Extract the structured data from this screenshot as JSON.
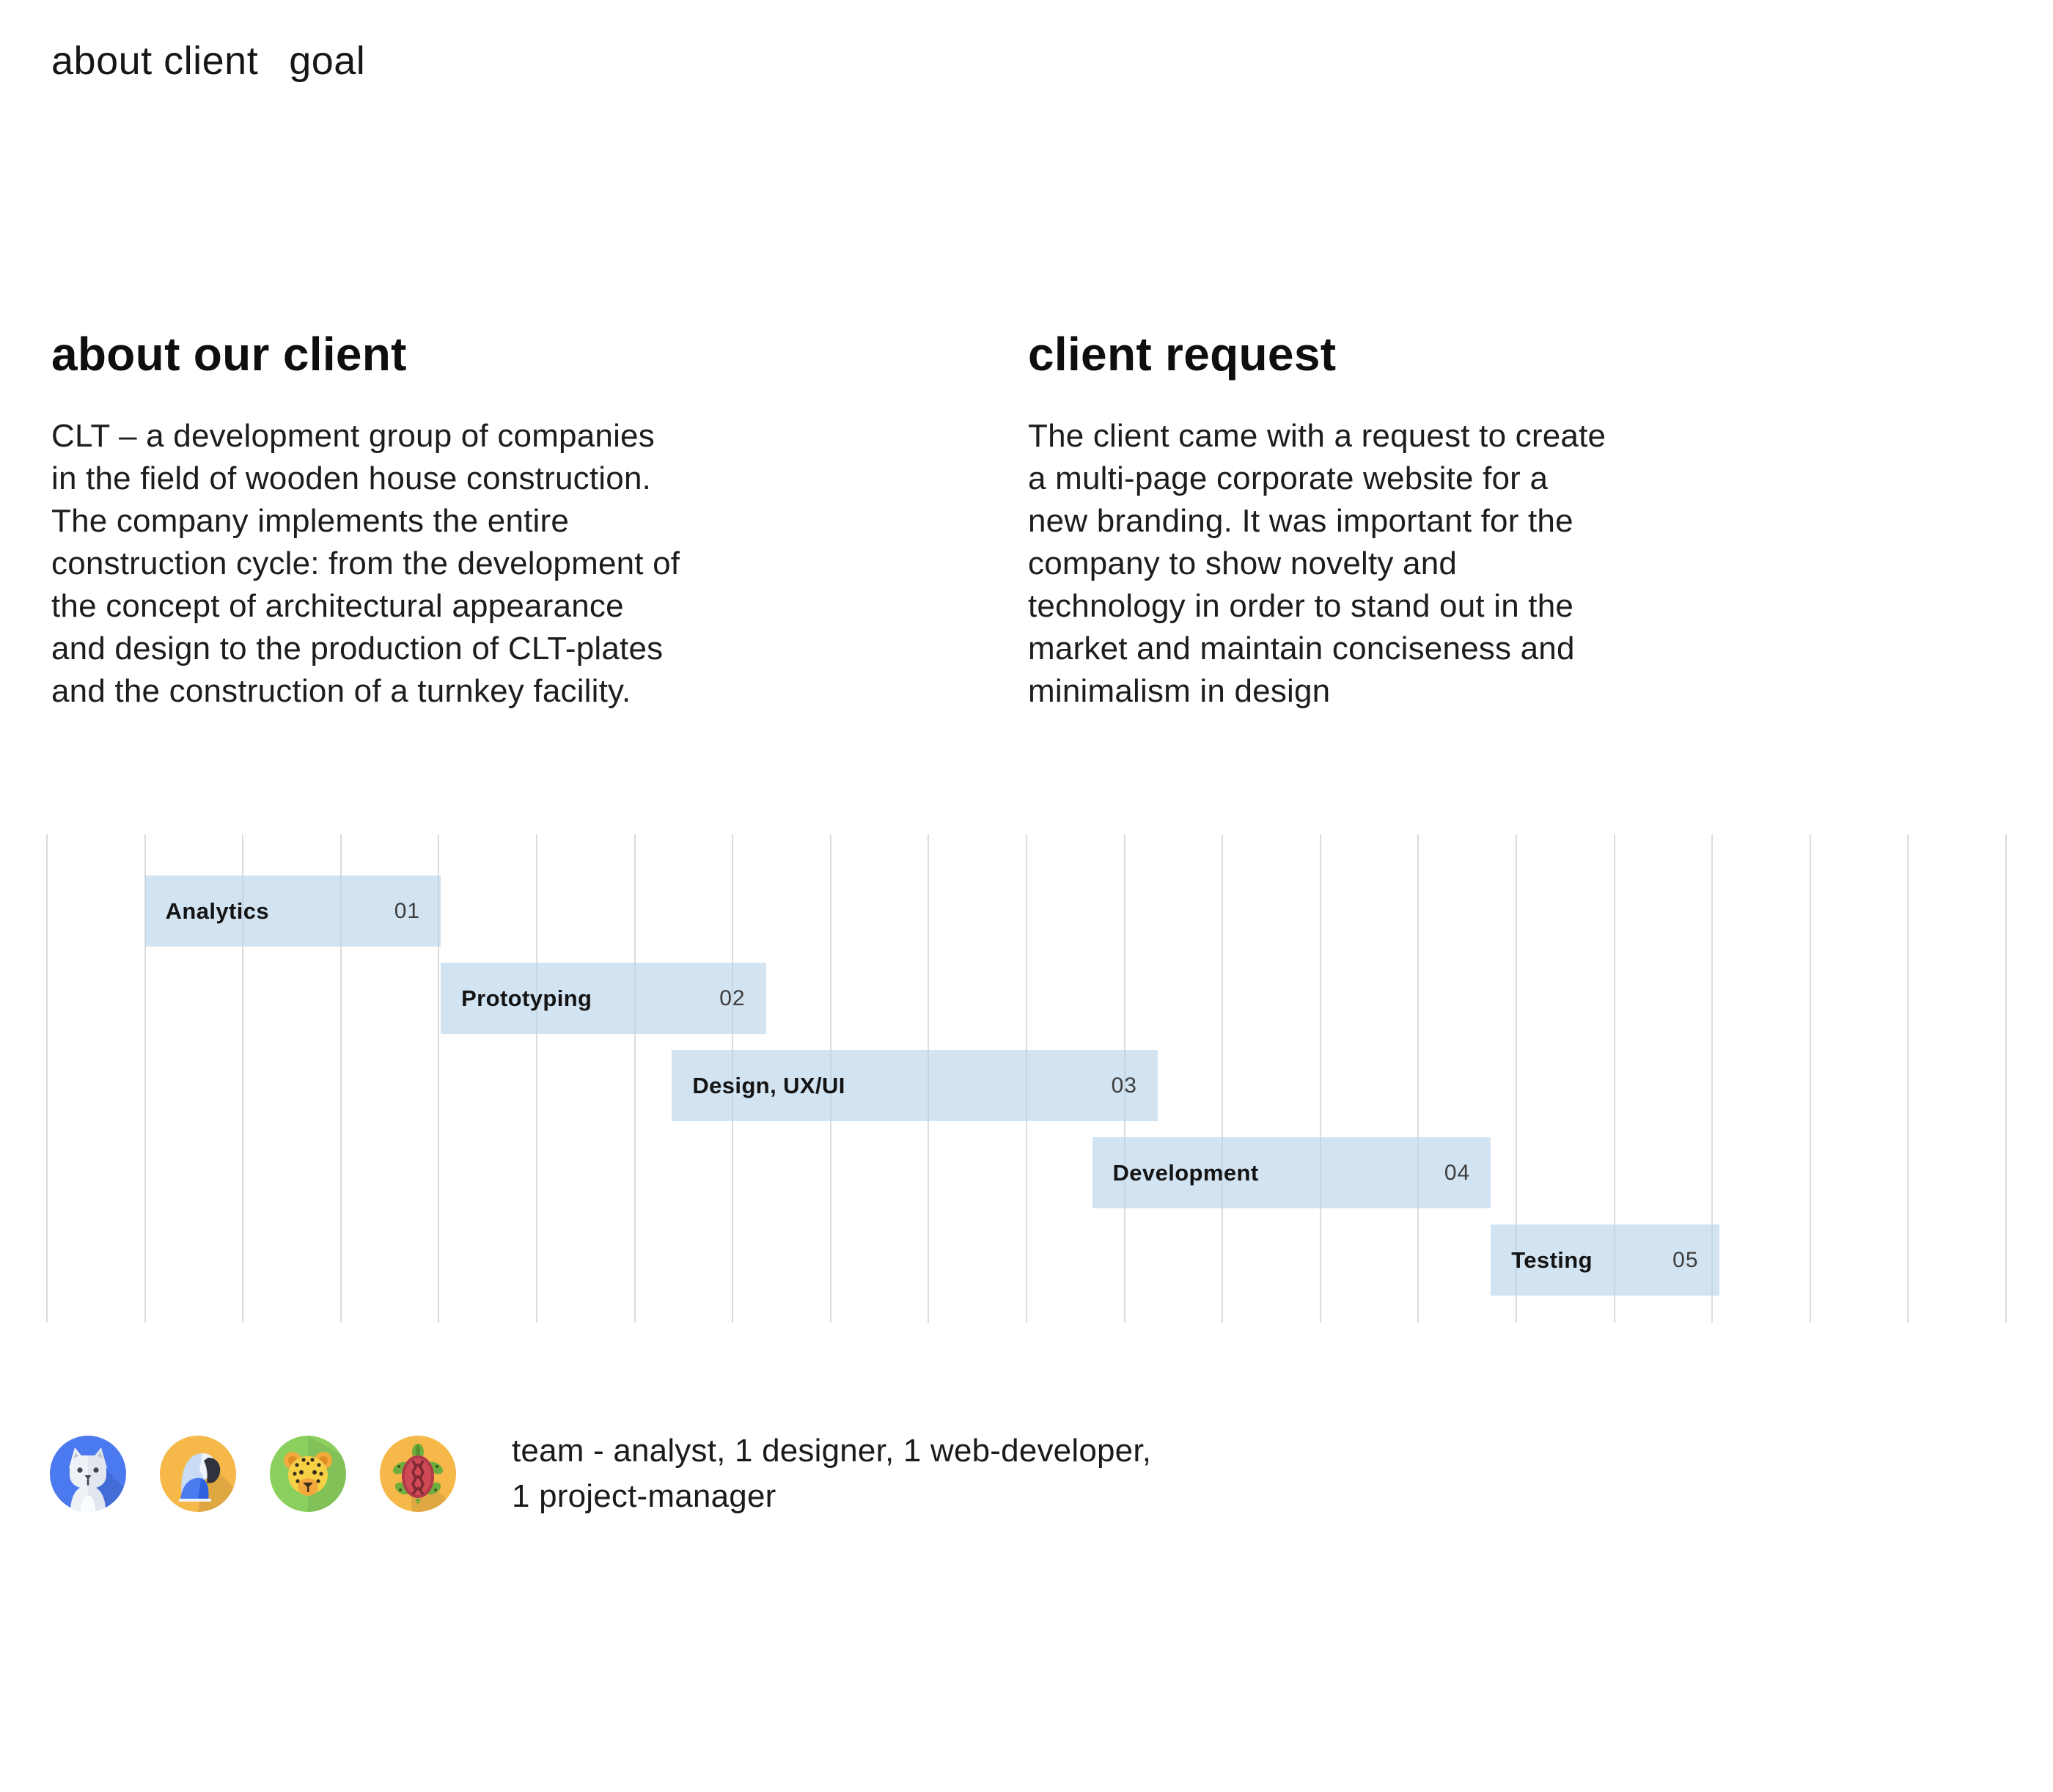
{
  "page": {
    "background": "#ffffff",
    "header": {
      "left_label": "about client",
      "right_label": "goal"
    },
    "sections": [
      {
        "title": "about our client",
        "body": "CLT – a development group of companies\nin the field of wooden house construction.\nThe company implements the entire\nconstruction cycle: from the development of\nthe concept of architectural appearance\nand design to the production of CLT-plates\nand the construction of a turnkey facility."
      },
      {
        "title": "client request",
        "body": "The client came with a request to create\na multi-page corporate website for a\nnew branding. It was important for the\ncompany to show novelty and\ntechnology in order to stand out in the\nmarket and maintain conciseness and\nminimalism in design"
      }
    ],
    "team": {
      "text": "team - analyst, 1 designer, 1 web-developer,\n1 project-manager",
      "avatars": [
        {
          "name": "cat-avatar",
          "bg": "#4b79ef"
        },
        {
          "name": "parrot-avatar",
          "bg": "#f6b848"
        },
        {
          "name": "leopard-avatar",
          "bg": "#8bd05e"
        },
        {
          "name": "turtle-avatar",
          "bg": "#f6b848"
        }
      ]
    }
  },
  "chart_data": {
    "type": "bar",
    "subtype": "gantt-timeline",
    "title": "",
    "grid": {
      "columns": 21,
      "grid_on": true
    },
    "bar_color": "rgba(180,208,232,0.6)",
    "grid_color": "#dcdcdc",
    "tasks": [
      {
        "label": "Analytics",
        "number": "01",
        "row": 0,
        "start_col": 1.0,
        "end_col": 4.02
      },
      {
        "label": "Prototyping",
        "number": "02",
        "row": 1,
        "start_col": 4.02,
        "end_col": 7.34
      },
      {
        "label": "Design, UX/UI",
        "number": "03",
        "row": 2,
        "start_col": 6.38,
        "end_col": 11.34
      },
      {
        "label": "Development",
        "number": "04",
        "row": 3,
        "start_col": 10.67,
        "end_col": 14.74
      },
      {
        "label": "Testing",
        "number": "05",
        "row": 4,
        "start_col": 14.74,
        "end_col": 17.07
      }
    ]
  }
}
